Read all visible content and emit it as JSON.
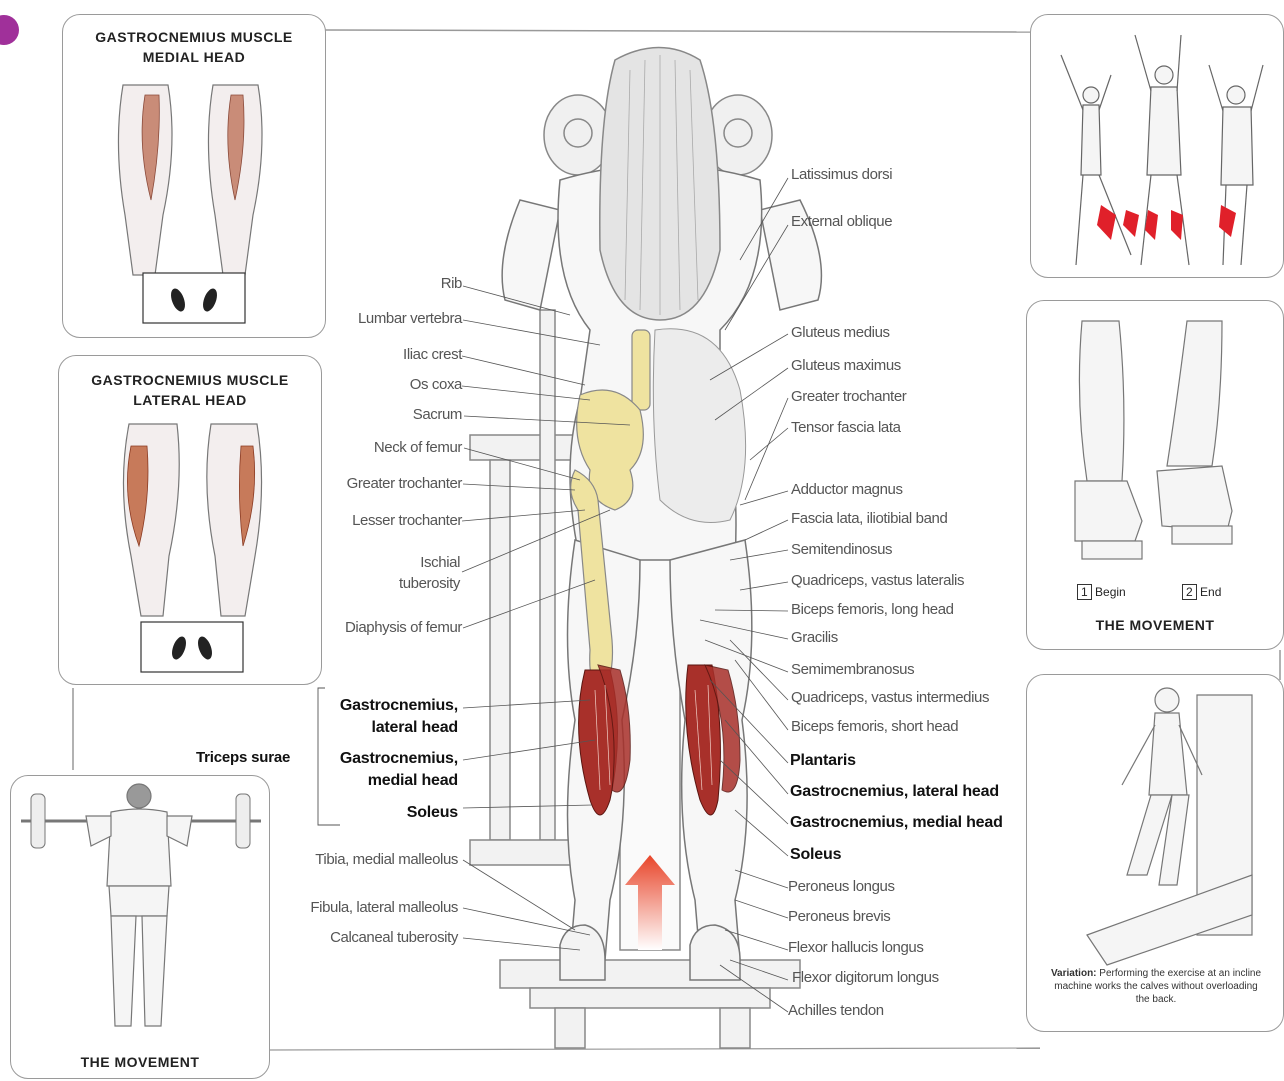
{
  "panels": {
    "medial": {
      "title_line1": "GASTROCNEMIUS MUSCLE",
      "title_line2": "MEDIAL HEAD"
    },
    "lateral": {
      "title_line1": "GASTROCNEMIUS MUSCLE",
      "title_line2": "LATERAL HEAD"
    },
    "movement_bottom": {
      "title": "THE MOVEMENT"
    },
    "movement_right": {
      "title": "THE MOVEMENT",
      "begin_num": "1",
      "begin": "Begin",
      "end_num": "2",
      "end": "End"
    },
    "variation": {
      "bold": "Variation:",
      "text": " Performing the exercise at an incline machine works the calves without overloading the back."
    }
  },
  "left_labels": [
    "Rib",
    "Lumbar vertebra",
    "Iliac crest",
    "Os coxa",
    "Sacrum",
    "Neck of femur",
    "Greater trochanter",
    "Lesser trochanter",
    "Ischial",
    "tuberosity",
    "Diaphysis of femur"
  ],
  "left_bold_labels": [
    "Gastrocnemius,",
    "lateral head",
    "Gastrocnemius,",
    "medial head",
    "Soleus"
  ],
  "group_label": "Triceps surae",
  "left_bottom_labels": [
    "Tibia, medial malleolus",
    "Fibula, lateral malleolus",
    "Calcaneal tuberosity"
  ],
  "right_labels": [
    "Latissimus dorsi",
    "External oblique",
    "Gluteus medius",
    "Gluteus maximus",
    "Greater trochanter",
    "Tensor fascia lata",
    "Adductor magnus",
    "Fascia lata, iliotibial band",
    "Semitendinosus",
    "Quadriceps, vastus lateralis",
    "Biceps femoris, long head",
    "Gracilis",
    "Semimembranosus",
    "Quadriceps, vastus intermedius",
    "Biceps femoris, short head"
  ],
  "right_bold_labels": [
    "Plantaris",
    "Gastrocnemius, lateral head",
    "Gastrocnemius, medial head",
    "Soleus"
  ],
  "right_bottom_labels": [
    "Peroneus longus",
    "Peroneus brevis",
    "Flexor hallucis longus",
    "Flexor digitorum longus",
    "Achilles tendon"
  ],
  "colors": {
    "muscle": "#a8302a",
    "bone": "#efe3a0",
    "arrow": "#e8452a",
    "badge": "#a0309a"
  },
  "icons": [
    "feet-toes-out-icon",
    "feet-toes-in-icon",
    "up-arrow-icon"
  ]
}
